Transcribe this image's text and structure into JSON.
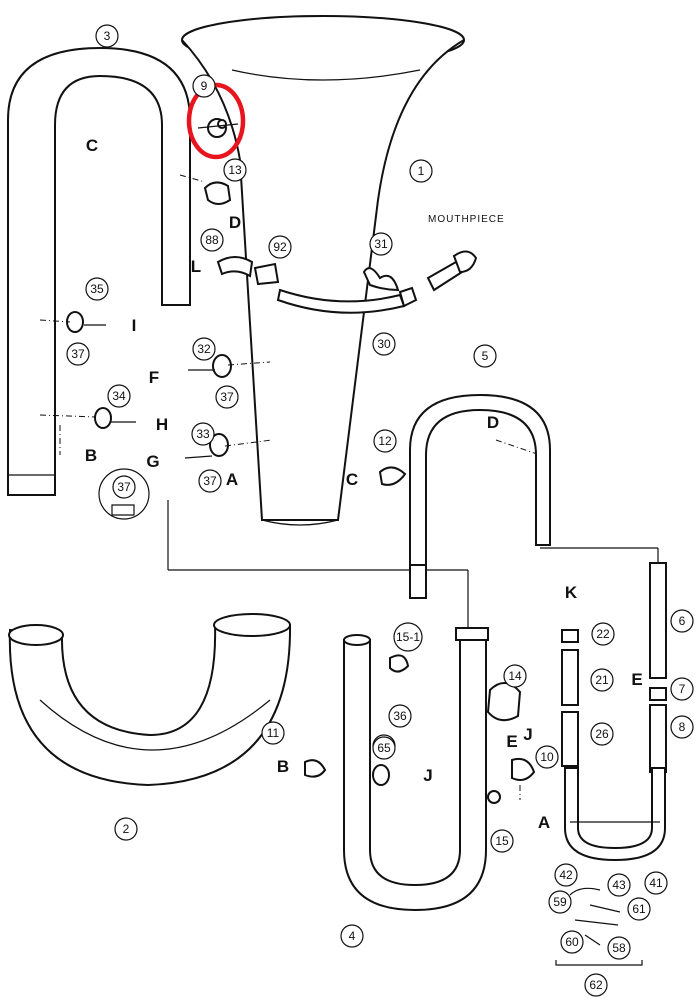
{
  "parts": [
    {
      "id": "p1",
      "num": "1"
    },
    {
      "id": "p2",
      "num": "2"
    },
    {
      "id": "p3",
      "num": "3"
    },
    {
      "id": "p4",
      "num": "4"
    },
    {
      "id": "p5",
      "num": "5"
    },
    {
      "id": "p6",
      "num": "6"
    },
    {
      "id": "p7",
      "num": "7"
    },
    {
      "id": "p8",
      "num": "8"
    },
    {
      "id": "p9",
      "num": "9"
    },
    {
      "id": "p10",
      "num": "10"
    },
    {
      "id": "p11",
      "num": "11"
    },
    {
      "id": "p12",
      "num": "12"
    },
    {
      "id": "p13",
      "num": "13"
    },
    {
      "id": "p14",
      "num": "14"
    },
    {
      "id": "p15",
      "num": "15"
    },
    {
      "id": "p15_1",
      "num": "15-1"
    },
    {
      "id": "p21",
      "num": "21"
    },
    {
      "id": "p22",
      "num": "22"
    },
    {
      "id": "p26",
      "num": "26"
    },
    {
      "id": "p30",
      "num": "30"
    },
    {
      "id": "p31",
      "num": "31"
    },
    {
      "id": "p32",
      "num": "32"
    },
    {
      "id": "p33",
      "num": "33"
    },
    {
      "id": "p34",
      "num": "34"
    },
    {
      "id": "p35",
      "num": "35"
    },
    {
      "id": "p36",
      "num": "36"
    },
    {
      "id": "p37a",
      "num": "37"
    },
    {
      "id": "p37b",
      "num": "37"
    },
    {
      "id": "p37c",
      "num": "37"
    },
    {
      "id": "p37d",
      "num": "37"
    },
    {
      "id": "p37e",
      "num": "37"
    },
    {
      "id": "p41",
      "num": "41"
    },
    {
      "id": "p42",
      "num": "42"
    },
    {
      "id": "p43",
      "num": "43"
    },
    {
      "id": "p58",
      "num": "58"
    },
    {
      "id": "p59",
      "num": "59"
    },
    {
      "id": "p60",
      "num": "60"
    },
    {
      "id": "p61",
      "num": "61"
    },
    {
      "id": "p62",
      "num": "62"
    },
    {
      "id": "p65",
      "num": "65"
    },
    {
      "id": "p88",
      "num": "88"
    },
    {
      "id": "p92",
      "num": "92"
    }
  ],
  "connections": [
    {
      "id": "A1",
      "letter": "A"
    },
    {
      "id": "A2",
      "letter": "A"
    },
    {
      "id": "B1",
      "letter": "B"
    },
    {
      "id": "B2",
      "letter": "B"
    },
    {
      "id": "C1",
      "letter": "C"
    },
    {
      "id": "C2",
      "letter": "C"
    },
    {
      "id": "D1",
      "letter": "D"
    },
    {
      "id": "D2",
      "letter": "D"
    },
    {
      "id": "E1",
      "letter": "E"
    },
    {
      "id": "E2",
      "letter": "E"
    },
    {
      "id": "F1",
      "letter": "F"
    },
    {
      "id": "G1",
      "letter": "G"
    },
    {
      "id": "H1",
      "letter": "H"
    },
    {
      "id": "I1",
      "letter": "I"
    },
    {
      "id": "J1",
      "letter": "J"
    },
    {
      "id": "J2",
      "letter": "J"
    },
    {
      "id": "K1",
      "letter": "K"
    },
    {
      "id": "L1",
      "letter": "L"
    }
  ],
  "mouthpiece_label": "MOUTHPIECE",
  "highlight_color": "#e8141e"
}
